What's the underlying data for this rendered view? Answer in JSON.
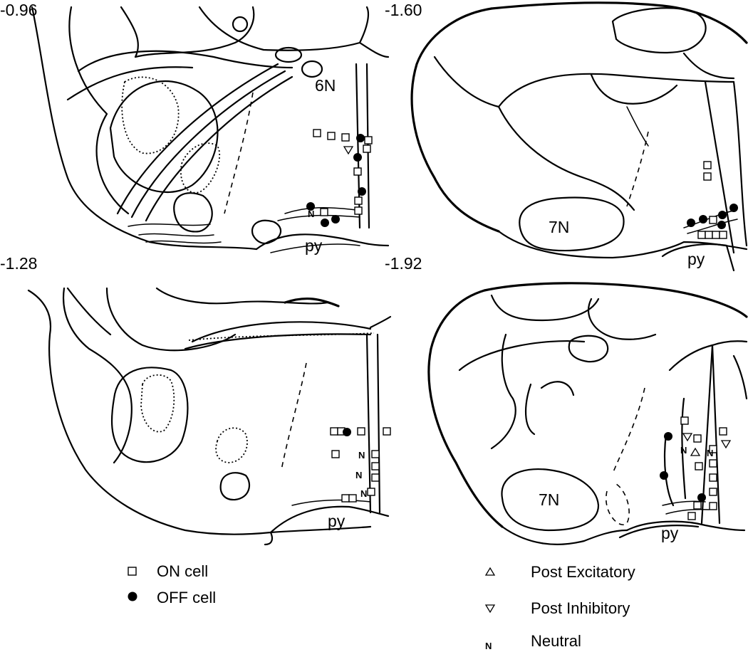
{
  "panels": {
    "top_left": {
      "coordinate": "-0.96",
      "labels": {
        "nucleus": "6N",
        "pyramid": "py",
        "neutral": "N"
      }
    },
    "top_right": {
      "coordinate": "-1.60",
      "labels": {
        "nucleus": "7N",
        "pyramid": "py"
      }
    },
    "bottom_left": {
      "coordinate": "-1.28",
      "labels": {
        "pyramid": "py",
        "neutral": "N"
      }
    },
    "bottom_right": {
      "coordinate": "-1.92",
      "labels": {
        "nucleus": "7N",
        "pyramid": "py",
        "neutral": "N"
      }
    }
  },
  "legend": {
    "on_cell": "ON cell",
    "off_cell": "OFF cell",
    "post_excitatory": "Post Excitatory",
    "post_inhibitory": "Post Inhibitory",
    "neutral_symbol": "N",
    "neutral": "Neutral"
  }
}
